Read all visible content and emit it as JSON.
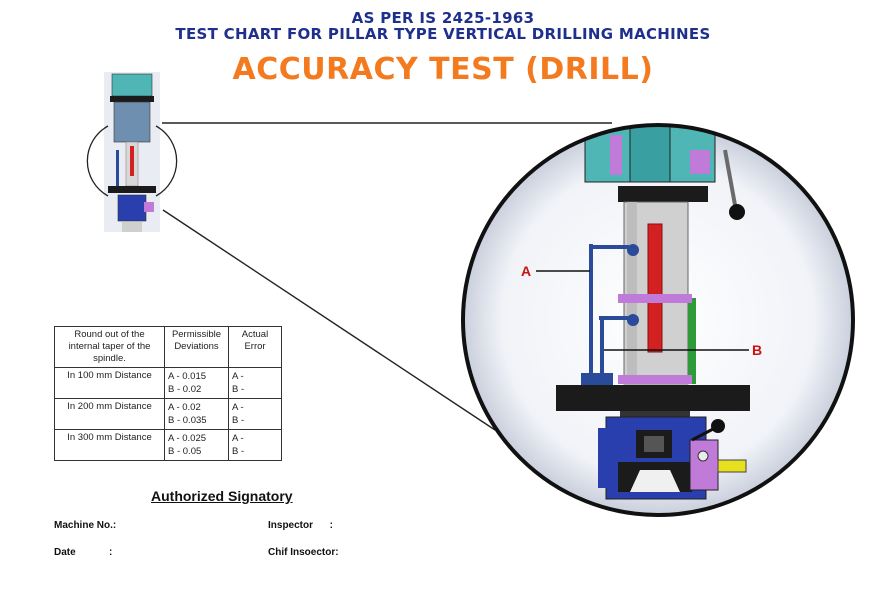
{
  "header": {
    "line1": "AS PER IS 2425-1963",
    "line2": "TEST CHART FOR PILLAR TYPE VERTICAL DRILLING MACHINES",
    "title": "ACCURACY TEST (DRILL)"
  },
  "diagram": {
    "label_a": "A",
    "label_b": "B"
  },
  "table": {
    "headers": [
      "Round out of the internal taper of the spindle.",
      "Permissible Deviations",
      "Actual Error"
    ],
    "rows": [
      {
        "distance": "In 100 mm Distance",
        "perm_a": "A - 0.015",
        "perm_b": "B - 0.02",
        "err_a": "A -",
        "err_b": "B -"
      },
      {
        "distance": "In 200 mm Distance",
        "perm_a": "A - 0.02",
        "perm_b": "B - 0.035",
        "err_a": "A -",
        "err_b": "B -"
      },
      {
        "distance": "In 300 mm Distance",
        "perm_a": "A - 0.025",
        "perm_b": "B - 0.05",
        "err_a": "A -",
        "err_b": "B -"
      }
    ]
  },
  "signature": {
    "label": "Authorized Signatory"
  },
  "footer": {
    "machine_no": "Machine No.:",
    "inspector": "Inspector      :",
    "date": "Date            :",
    "chief_inspector": "Chif Insoector:"
  },
  "colors": {
    "header_blue": "#1f2f8c",
    "title_orange": "#f47a20",
    "label_red": "#cc1111",
    "spindle_red": "#d32020",
    "arm_blue": "#2a4a9a",
    "teal": "#4fb5b5",
    "purple": "#c07ad8"
  }
}
